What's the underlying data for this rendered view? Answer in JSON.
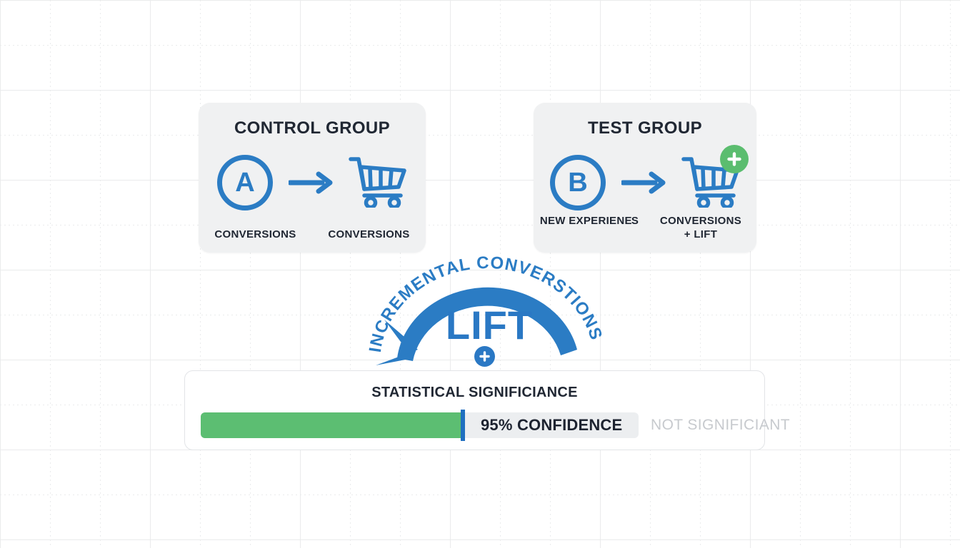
{
  "theme": {
    "background": "#ffffff",
    "grid_color": "#e9eaec",
    "card_background": "#f0f1f2",
    "brand_blue": "#2b7cc4",
    "accent_green": "#5cbe72",
    "text_dark": "#202733",
    "text_muted": "#c7cace",
    "marker_blue": "#1f6fc0"
  },
  "groups": [
    {
      "id": "control",
      "title": "CONTROL GROUP",
      "variant_letter": "A",
      "variant_icon": "circle-letter-a-icon",
      "flow_icon": "right-arrow-icon",
      "outcome_icon": "shopping-cart-icon",
      "has_plus_badge": false,
      "left_label": "CONVERSIONS",
      "right_label": "CONVERSIONS",
      "right_label_line2": ""
    },
    {
      "id": "test",
      "title": "TEST GROUP",
      "variant_letter": "B",
      "variant_icon": "circle-letter-b-icon",
      "flow_icon": "right-arrow-icon",
      "outcome_icon": "shopping-cart-plus-icon",
      "has_plus_badge": true,
      "left_label": "NEW EXPERIENE",
      "left_label_tail": "S",
      "right_label": "CONVERSIONS",
      "right_label_line2": "+ LIFT"
    }
  ],
  "lift": {
    "arc_text": "INCREMENTAL CONVERSTIONS",
    "word": "LIFT",
    "plus_icon": "plus-badge-icon",
    "arc_icon": "curved-down-arrow-icon"
  },
  "significance": {
    "title": "STATISTICAL SIGNIFICIANCE",
    "confidence_label": "95% CONFIDENCE",
    "confidence_percent": 95,
    "not_significant_label": "NOT SIGNIFICIANT"
  }
}
